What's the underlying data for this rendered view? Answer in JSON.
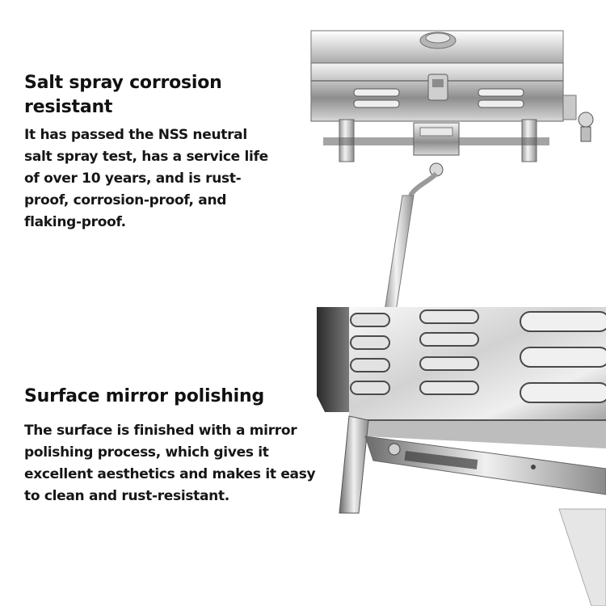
{
  "features": [
    {
      "title": "Salt spray corrosion resistant",
      "description": "It has passed the NSS neutral salt spray test, has a service life of over 10 years, and is rust-proof, corrosion-proof, and flaking-proof."
    },
    {
      "title": "Surface mirror polishing",
      "description": "The surface is finished with a mirror polishing process, which gives it excellent aesthetics and makes it easy to clean and rust-resistant."
    }
  ]
}
